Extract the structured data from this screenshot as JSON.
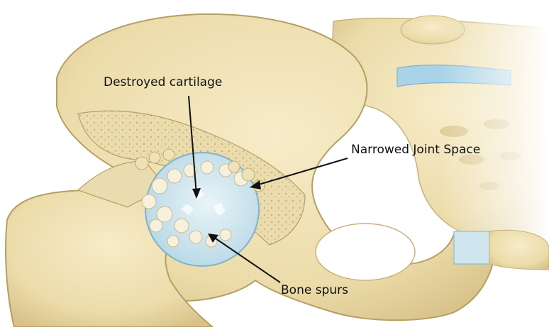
{
  "labels": {
    "destroyed_cartilage": "Destroyed cartilage",
    "narrowed_joint_space": "Narrowed Joint Space",
    "bone_spurs": "Bone spurs"
  },
  "colors": {
    "bone": "#f1e3b8",
    "bone_shadow": "#d9c48c",
    "bone_outline": "#b59f63",
    "spongy_bone": "#e8d7a6",
    "cartilage": "#cfe6ef",
    "disc": "#a9d3e6",
    "arrow": "#111111"
  }
}
